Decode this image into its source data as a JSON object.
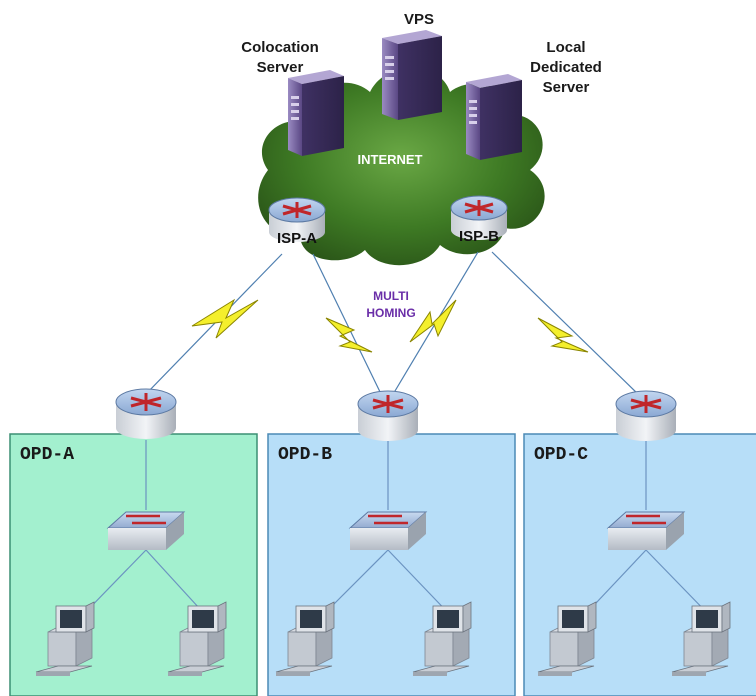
{
  "labels": {
    "vps": "VPS",
    "colocation": [
      "Colocation",
      "Server"
    ],
    "local_dedicated": [
      "Local",
      "Dedicated",
      "Server"
    ],
    "internet": "INTERNET",
    "isp_a": "ISP-A",
    "isp_b": "ISP-B",
    "multi_homing": [
      "MULTI",
      "HOMING"
    ],
    "opd_a": "OPD-A",
    "opd_b": "OPD-B",
    "opd_c": "OPD-C"
  },
  "colors": {
    "opd_a_fill": "#a3f0cf",
    "opd_b_fill": "#b7def8",
    "opd_c_fill": "#b7def8",
    "cloud": "#3f7a25",
    "lightning": "#f4ef2c",
    "server": "#6e5a94",
    "multi_homing_text": "#6a2ea8"
  },
  "icons": {
    "server": "server-tower-icon",
    "router": "router-icon",
    "switch": "switch-icon",
    "workstation": "desktop-computer-icon",
    "link": "lightning-link-icon"
  }
}
